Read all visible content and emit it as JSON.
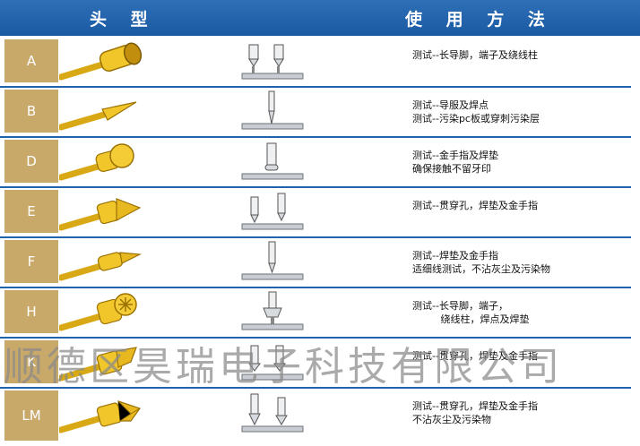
{
  "header": {
    "col1": "头  型",
    "col2": "使  用  方  法"
  },
  "rows": [
    {
      "label": "A",
      "lines": [
        "测试--长导脚，端子及绕线柱"
      ]
    },
    {
      "label": "B",
      "lines": [
        "测试--导服及焊点",
        "测试--污染pc板或穿刺污染层"
      ]
    },
    {
      "label": "D",
      "lines": [
        "测试--金手指及焊垫",
        "确保接触不留牙印"
      ]
    },
    {
      "label": "E",
      "lines": [
        "测试--贯穿孔，焊垫及金手指"
      ]
    },
    {
      "label": "F",
      "lines": [
        "测试--焊垫及金手指",
        "适细线测试，不沾灰尘及污染物"
      ]
    },
    {
      "label": "H",
      "lines": [
        "测试--长导脚，端子，",
        "         绕线柱，焊点及焊垫"
      ]
    },
    {
      "label": "K",
      "lines": [
        "测试--贯穿孔，焊垫及金手指"
      ]
    },
    {
      "label": "LM",
      "lines": [
        "测试--贯穿孔，焊垫及金手指",
        "不沾灰尘及污染物"
      ]
    }
  ],
  "watermark": "顺德区昊瑞电子科技有限公司",
  "colors": {
    "header": "#1f63ad",
    "label": "#c8a96a",
    "probe": "#e0b21a"
  }
}
